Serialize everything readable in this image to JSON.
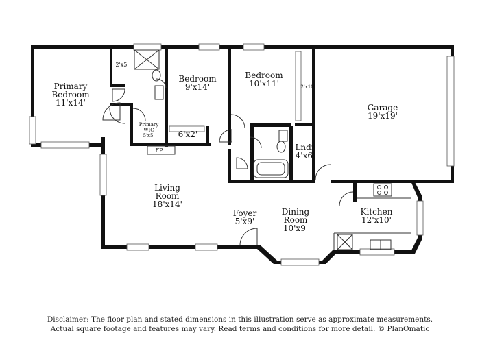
{
  "rooms": {
    "primary_bedroom": {
      "name_line1": "Primary",
      "name_line2": "Bedroom",
      "size": "11'x14'"
    },
    "closet_small": {
      "size": "2'x5'"
    },
    "bedroom_1": {
      "name": "Bedroom",
      "size": "9'x14'"
    },
    "bedroom_2": {
      "name": "Bedroom",
      "size": "10'x11'"
    },
    "closet_2x10": {
      "size": "2'x10'"
    },
    "garage": {
      "name": "Garage",
      "size": "19'x19'"
    },
    "primary_wic": {
      "name_line1": "Primary",
      "name_line2": "WIC",
      "size": "5'x5'"
    },
    "closet_6x2": {
      "size": "6'x2'"
    },
    "fireplace": {
      "label": "FP"
    },
    "laundry": {
      "name": "Lndr",
      "size": "4'x6'"
    },
    "living_room": {
      "name_line1": "Living",
      "name_line2": "Room",
      "size": "18'x14'"
    },
    "foyer": {
      "name": "Foyer",
      "size": "5'x9'"
    },
    "dining_room": {
      "name_line1": "Dining",
      "name_line2": "Room",
      "size": "10'x9'"
    },
    "kitchen": {
      "name": "Kitchen",
      "size": "12'x10'"
    }
  },
  "disclaimer": {
    "line1": "Disclaimer: The floor plan and stated dimensions in this illustration serve as approximate measurements.",
    "line2": "Actual square footage and features may vary. Read terms and conditions for more detail. © PlanOmatic"
  }
}
